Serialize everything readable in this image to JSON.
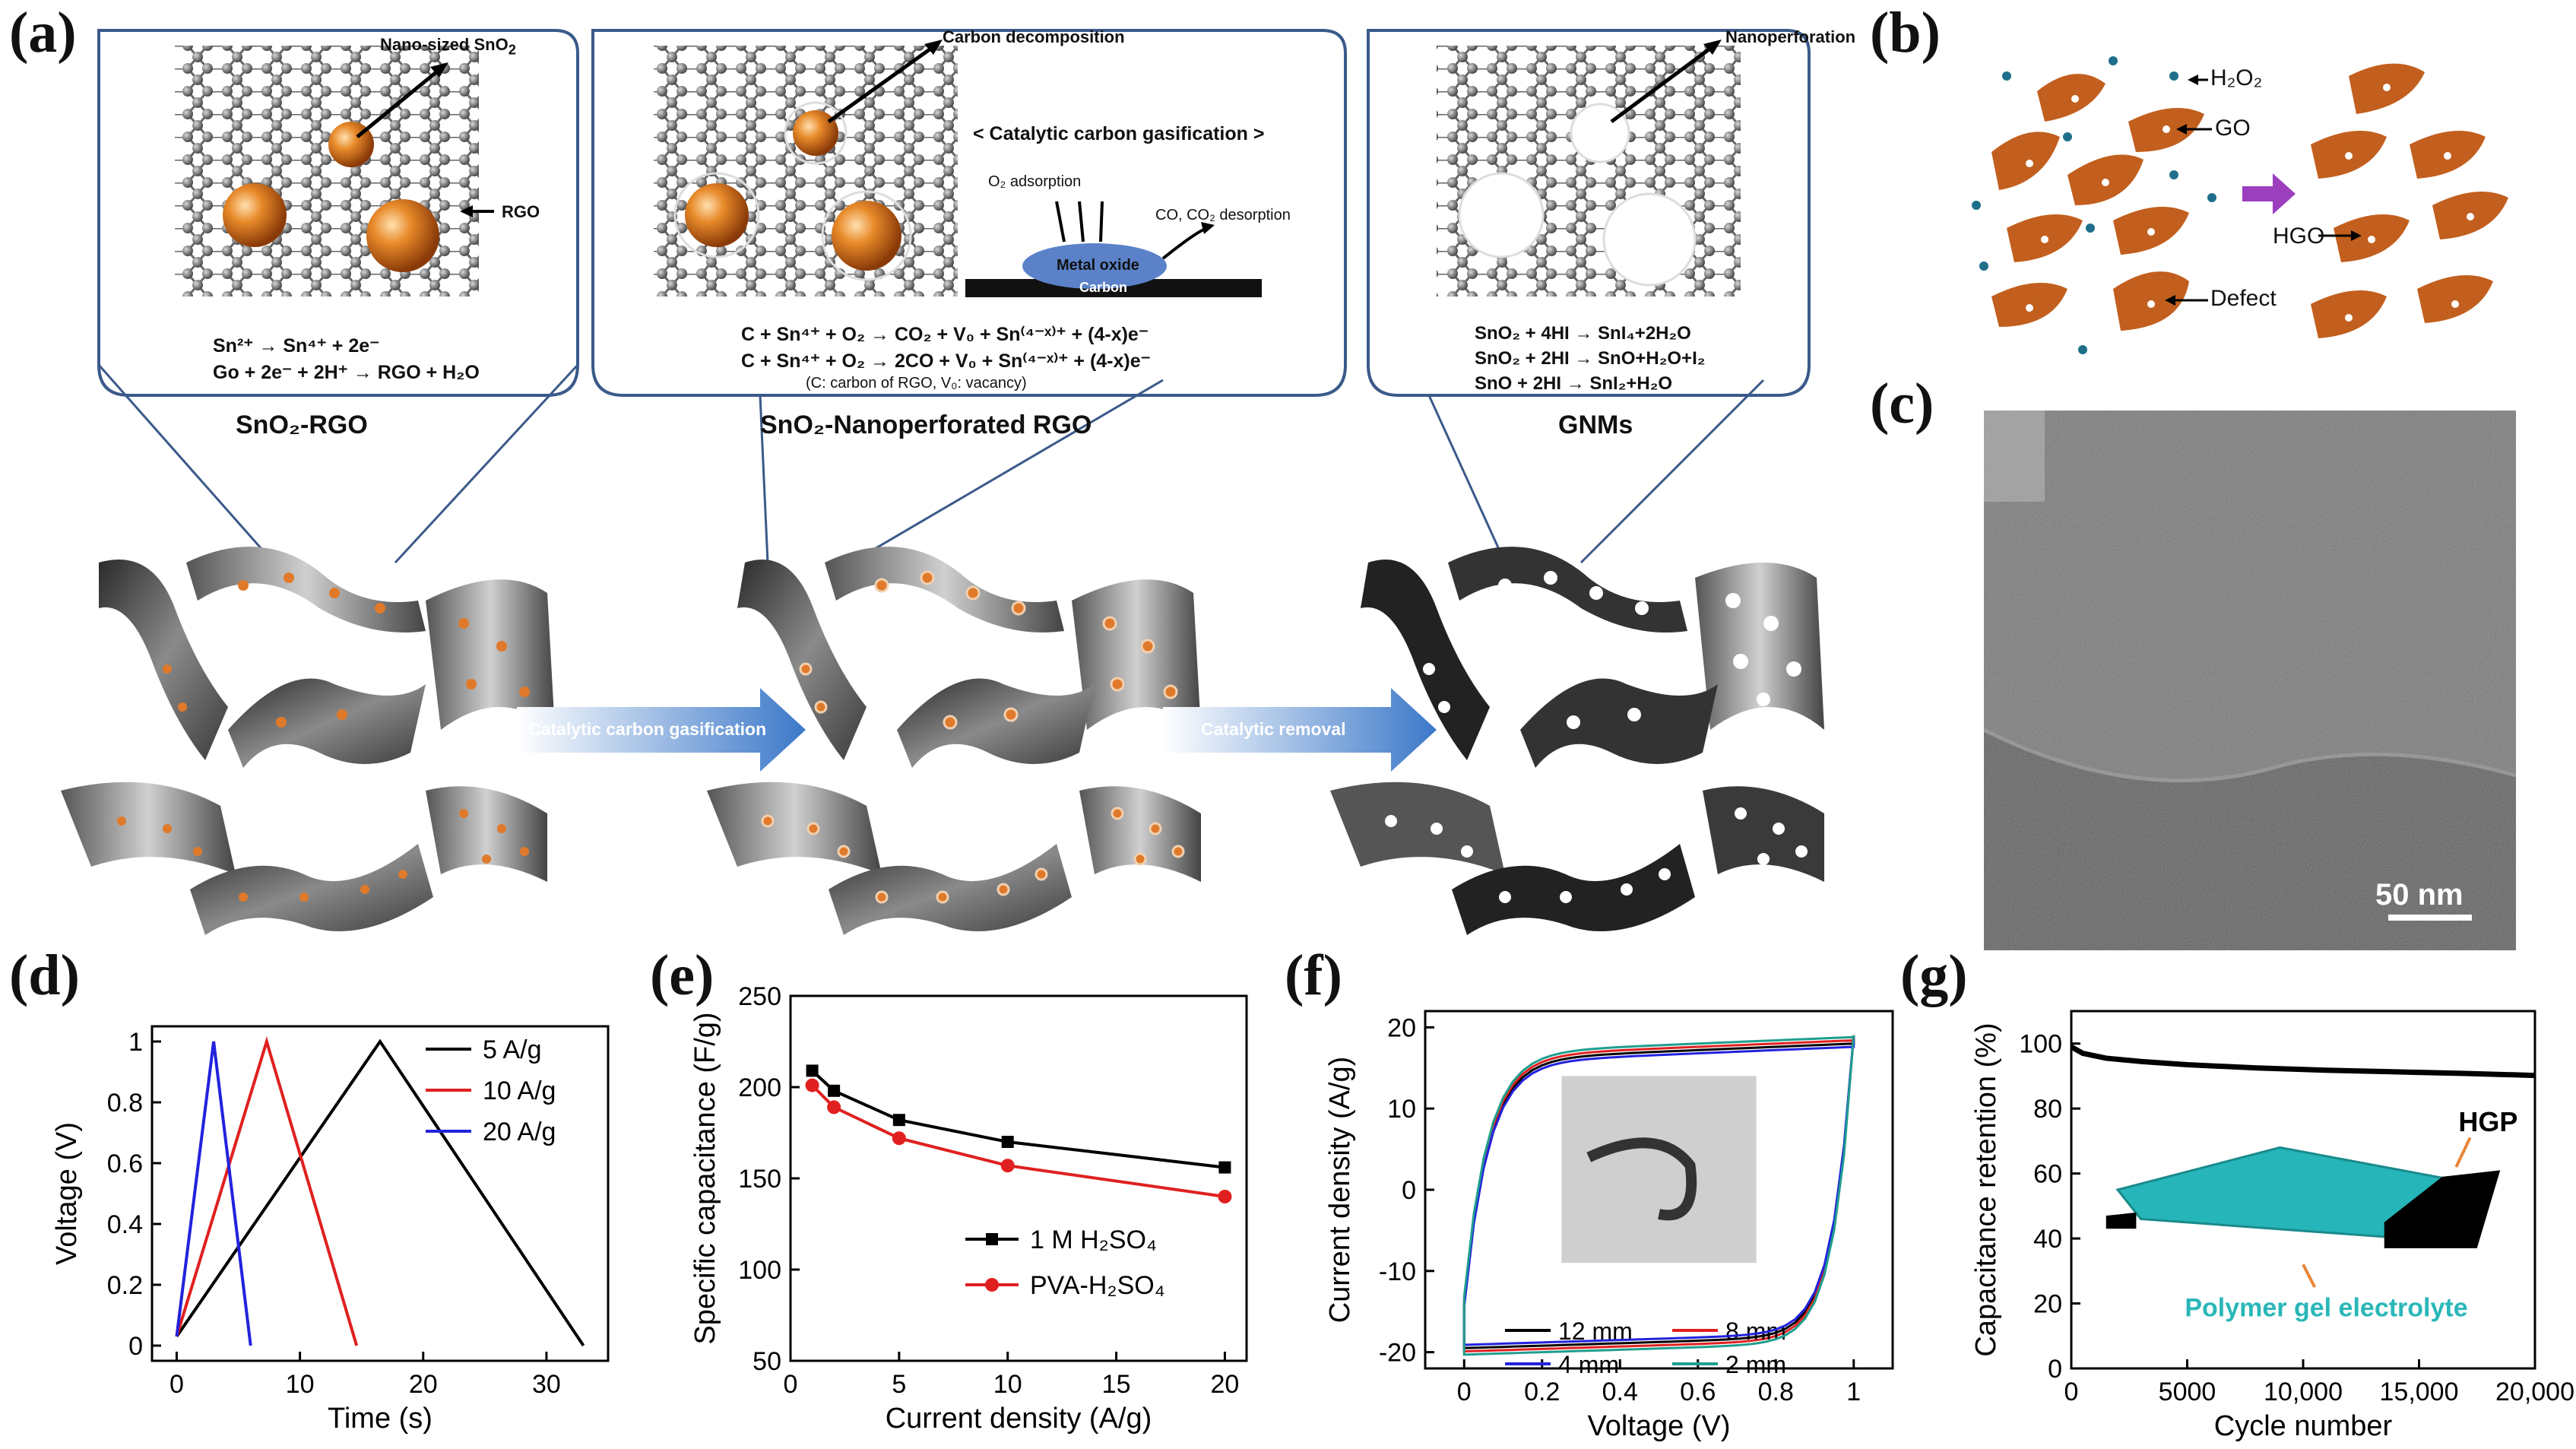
{
  "panels": {
    "a": "(a)",
    "b": "(b)",
    "c": "(c)",
    "d": "(d)",
    "e": "(e)",
    "f": "(f)",
    "g": "(g)"
  },
  "schematic": {
    "box1": {
      "annotation": "Nano-sized SnO",
      "annotation_sub": "2",
      "rgo_label": "RGO",
      "eq1": "Sn²⁺ → Sn⁴⁺ + 2e⁻",
      "eq2": "Go + 2e⁻ + 2H⁺ → RGO + H₂O",
      "title": "SnO₂-RGO"
    },
    "box2": {
      "annotation": "Carbon decomposition",
      "subtitle": "< Catalytic carbon gasification >",
      "o2_label": "O₂ adsorption",
      "desorb_label": "CO, CO₂ desorption",
      "metal_oxide": "Metal oxide",
      "carbon": "Carbon",
      "eq1": "C + Sn⁴⁺ + O₂ → CO₂ + V₀ + Sn⁽⁴⁻ˣ⁾⁺ + (4-x)e⁻",
      "eq2": "C + Sn⁴⁺ + O₂ → 2CO + V₀ + Sn⁽⁴⁻ˣ⁾⁺ + (4-x)e⁻",
      "note": "(C: carbon of RGO, V₀: vacancy)",
      "title": "SnO₂-Nanoperforated RGO"
    },
    "box3": {
      "annotation": "Nanoperforation",
      "eq1": "SnO₂ + 4HI → SnI₄+2H₂O",
      "eq2": "SnO₂ + 2HI → SnO+H₂O+I₂",
      "eq3": "SnO + 2HI → SnI₂+H₂O",
      "title": "GNMs"
    },
    "arrow1": "Catalytic carbon gasification",
    "arrow2": "Catalytic removal"
  },
  "panel_b": {
    "h2o2": "H₂O₂",
    "go": "GO",
    "hgo": "HGO",
    "defect": "Defect"
  },
  "panel_c": {
    "scale": "50 nm"
  },
  "colors": {
    "orange": "#c8611c",
    "accent_blue": "#4a7fc9",
    "teal": "#2ab7b8",
    "purple": "#9b3fbf"
  },
  "chart_data": [
    {
      "id": "d",
      "type": "line",
      "xlabel": "Time (s)",
      "ylabel": "Voltage (V)",
      "xlim": [
        -2,
        35
      ],
      "ylim": [
        -0.05,
        1.05
      ],
      "xticks": [
        0,
        10,
        20,
        30
      ],
      "yticks": [
        0.0,
        0.2,
        0.4,
        0.6,
        0.8,
        1.0
      ],
      "legend": "top-right",
      "series": [
        {
          "name": "5 A/g",
          "color": "#000000",
          "x": [
            0,
            16.5,
            33
          ],
          "y": [
            0.03,
            1.0,
            0.0
          ]
        },
        {
          "name": "10 A/g",
          "color": "#e02020",
          "x": [
            0,
            7.3,
            14.6
          ],
          "y": [
            0.03,
            1.0,
            0.0
          ]
        },
        {
          "name": "20 A/g",
          "color": "#2222dd",
          "x": [
            0,
            3.0,
            6.0
          ],
          "y": [
            0.03,
            1.0,
            0.0
          ]
        }
      ]
    },
    {
      "id": "e",
      "type": "line",
      "xlabel": "Current density (A/g)",
      "ylabel": "Specific capacitance (F/g)",
      "xlim": [
        0,
        21
      ],
      "ylim": [
        50,
        250
      ],
      "xticks": [
        0,
        5,
        10,
        15,
        20
      ],
      "yticks": [
        50,
        100,
        150,
        200,
        250
      ],
      "legend": "right",
      "series": [
        {
          "name": "1 M H₂SO₄",
          "color": "#000000",
          "marker": "square",
          "x": [
            1,
            2,
            5,
            10,
            20
          ],
          "y": [
            209,
            198,
            182,
            170,
            156
          ]
        },
        {
          "name": "PVA-H₂SO₄",
          "color": "#e02020",
          "marker": "circle",
          "x": [
            1,
            2,
            5,
            10,
            20
          ],
          "y": [
            201,
            189,
            172,
            157,
            140
          ]
        }
      ]
    },
    {
      "id": "f",
      "type": "line",
      "xlabel": "Voltage (V)",
      "ylabel": "Current density (A/g)",
      "xlim": [
        -0.1,
        1.1
      ],
      "ylim": [
        -22,
        22
      ],
      "xticks": [
        0.0,
        0.2,
        0.4,
        0.6,
        0.8,
        1.0
      ],
      "yticks": [
        -20,
        -10,
        0,
        10,
        20
      ],
      "legend": "bottom-right",
      "series": [
        {
          "name": "12 mm",
          "color": "#000000"
        },
        {
          "name": "8 mm",
          "color": "#e02020"
        },
        {
          "name": "4 mm",
          "color": "#2222dd"
        },
        {
          "name": "2 mm",
          "color": "#1f9e8e"
        }
      ]
    },
    {
      "id": "g",
      "type": "line",
      "xlabel": "Cycle number",
      "ylabel": "Capacitance retention (%)",
      "xlim": [
        0,
        20000
      ],
      "ylim": [
        0,
        110
      ],
      "xticks": [
        0,
        5000,
        10000,
        15000,
        20000
      ],
      "xticklabels": [
        "0",
        "5000",
        "10,000",
        "15,000",
        "20,000"
      ],
      "yticks": [
        0,
        20,
        40,
        60,
        80,
        100
      ],
      "series": [
        {
          "name": "retention",
          "color": "#000000",
          "x": [
            0,
            500,
            1500,
            3000,
            5000,
            8000,
            11000,
            14000,
            17000,
            20000
          ],
          "y": [
            99,
            97,
            95.5,
            94.5,
            93.5,
            92.5,
            91.8,
            91.3,
            90.8,
            90.2
          ]
        }
      ],
      "annotations": {
        "hgp": "HGP",
        "electrolyte": "Polymer gel electrolyte"
      }
    }
  ]
}
